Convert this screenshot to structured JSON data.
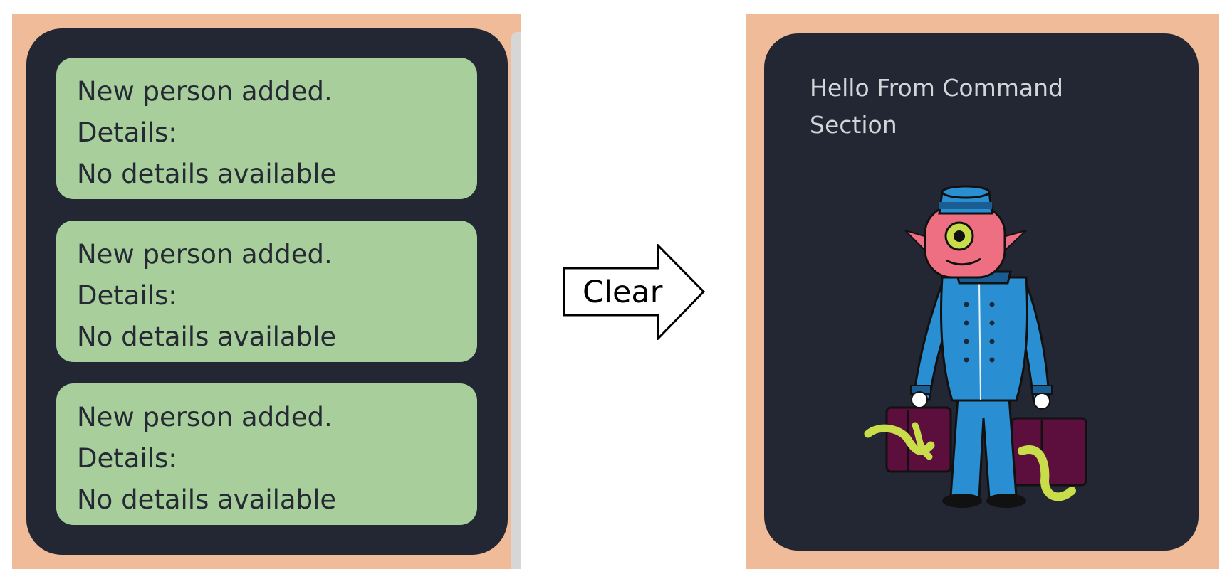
{
  "before": {
    "messages": [
      {
        "line1": "New person added.",
        "line2": "Details:",
        "line3": "No details available"
      },
      {
        "line1": "New person added.",
        "line2": "Details:",
        "line3": "No details available"
      },
      {
        "line1": "New person added.",
        "line2": "Details:",
        "line3": "No details available"
      }
    ]
  },
  "arrow": {
    "label": "Clear"
  },
  "after": {
    "greeting_line1": "Hello From Command",
    "greeting_line2": "Section",
    "mascot_icon": "cyclops-bellhop-mascot"
  },
  "colors": {
    "frame": "#efbb98",
    "panel": "#222733",
    "message_bg": "#a7ce9b",
    "message_text": "#252934",
    "greeting_text": "#d3d5da"
  }
}
